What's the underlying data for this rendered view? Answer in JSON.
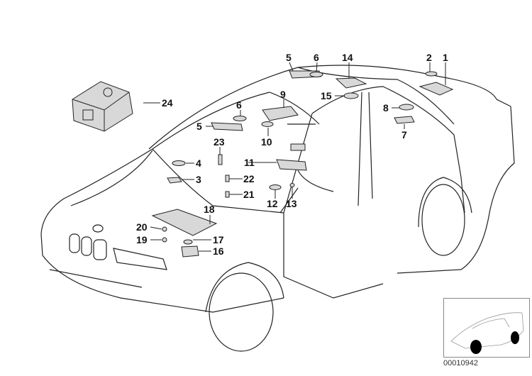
{
  "diagram": {
    "title": "Interior lights parts diagram",
    "document_number": "00010942",
    "callouts": [
      {
        "id": "1",
        "label": "1"
      },
      {
        "id": "2",
        "label": "2"
      },
      {
        "id": "3",
        "label": "3"
      },
      {
        "id": "4",
        "label": "4"
      },
      {
        "id": "5a",
        "label": "5"
      },
      {
        "id": "5b",
        "label": "5"
      },
      {
        "id": "6a",
        "label": "6"
      },
      {
        "id": "6b",
        "label": "6"
      },
      {
        "id": "7",
        "label": "7"
      },
      {
        "id": "8",
        "label": "8"
      },
      {
        "id": "9",
        "label": "9"
      },
      {
        "id": "10",
        "label": "10"
      },
      {
        "id": "11",
        "label": "11"
      },
      {
        "id": "12",
        "label": "12"
      },
      {
        "id": "13",
        "label": "13"
      },
      {
        "id": "14",
        "label": "14"
      },
      {
        "id": "15",
        "label": "15"
      },
      {
        "id": "16",
        "label": "16"
      },
      {
        "id": "17",
        "label": "17"
      },
      {
        "id": "18",
        "label": "18"
      },
      {
        "id": "19",
        "label": "19"
      },
      {
        "id": "20",
        "label": "20"
      },
      {
        "id": "21",
        "label": "21"
      },
      {
        "id": "22",
        "label": "22"
      },
      {
        "id": "23",
        "label": "23"
      },
      {
        "id": "24",
        "label": "24"
      }
    ]
  }
}
